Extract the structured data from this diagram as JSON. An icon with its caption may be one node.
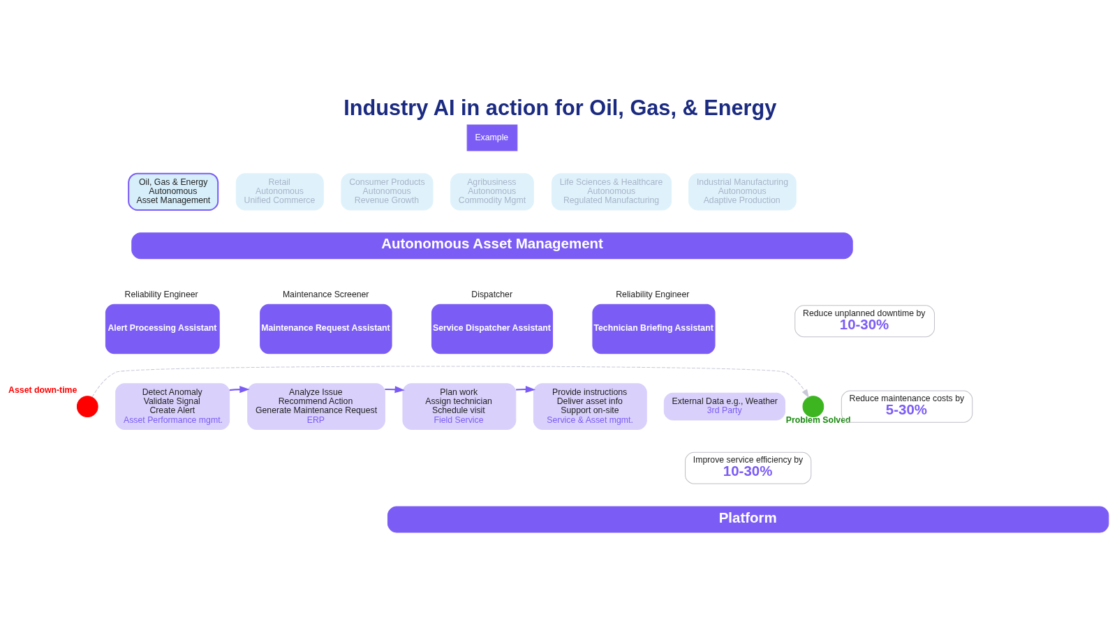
{
  "diagram": {
    "title": "Industry AI in action for Oil, Gas, & Energy",
    "nodes": [
      {
        "text": [
          "Example"
        ]
      },
      {
        "text": [
          "Oil, Gas & Energy",
          "Autonomous",
          "Asset Management"
        ]
      },
      {
        "text": [
          "Retail",
          "Autonomous",
          "Unified Commerce"
        ]
      },
      {
        "text": [
          "Consumer Products",
          "Autonomous",
          "Revenue Growth"
        ]
      },
      {
        "text": [
          "Agribusiness",
          "Autonomous",
          "Commodity Mgmt"
        ]
      },
      {
        "text": [
          "Life Sciences & Healthcare",
          "Autonomous",
          "Regulated Manufacturing"
        ]
      },
      {
        "text": [
          "Industrial Manufacturing",
          "Autonomous",
          "Adaptive Production"
        ]
      },
      {
        "text": [
          "Autonomous Asset Management"
        ]
      },
      {
        "text": [
          "Alert Processing Assistant"
        ],
        "beside": [
          "Reliability Engineer"
        ]
      },
      {
        "text": [
          "Maintenance Request Assistant"
        ],
        "beside": [
          "Maintenance Screener"
        ]
      },
      {
        "text": [
          "Service Dispatcher Assistant"
        ],
        "beside": [
          "Dispatcher"
        ]
      },
      {
        "text": [
          "Technician Briefing Assistant"
        ],
        "beside": [
          "Reliability Engineer"
        ]
      },
      {
        "text": [
          "Detect Anomaly",
          "Validate Signal",
          "Create Alert",
          "Asset Performance mgmt."
        ]
      },
      {
        "text": [
          "Analyze Issue",
          "Recommend Action",
          "Generate Maintenance Request",
          "ERP"
        ]
      },
      {
        "text": [
          "Plan work",
          "Assign technician",
          "Schedule visit",
          "Field Service"
        ]
      },
      {
        "text": [
          "Provide instructions",
          "Deliver asset info",
          "Support on-site",
          "Service & Asset mgmt."
        ]
      },
      {
        "text": [
          "External Data e.g., Weather",
          "3rd Party"
        ]
      },
      {
        "text": [],
        "shape": "circle",
        "beside": [
          "Asset down-time"
        ]
      },
      {
        "text": [],
        "shape": "circle",
        "beside": [
          "Problem Solved"
        ]
      },
      {
        "text": [
          "Reduce unplanned downtime by",
          "10-30%"
        ]
      },
      {
        "text": [
          "Reduce maintenance costs by",
          "5-30%"
        ]
      },
      {
        "text": [
          "Improve service efficiency by",
          "10-30%"
        ]
      },
      {
        "text": [
          "Platform"
        ]
      }
    ],
    "edges": [
      {
        "from": 12,
        "to": 13,
        "arrow": "to"
      },
      {
        "from": 13,
        "to": 14,
        "arrow": "to"
      },
      {
        "from": 14,
        "to": 15,
        "arrow": "to"
      },
      {
        "from": 17,
        "to": 18,
        "arrow": "to",
        "style": "dashed",
        "color": "#c8c8d8"
      }
    ]
  }
}
